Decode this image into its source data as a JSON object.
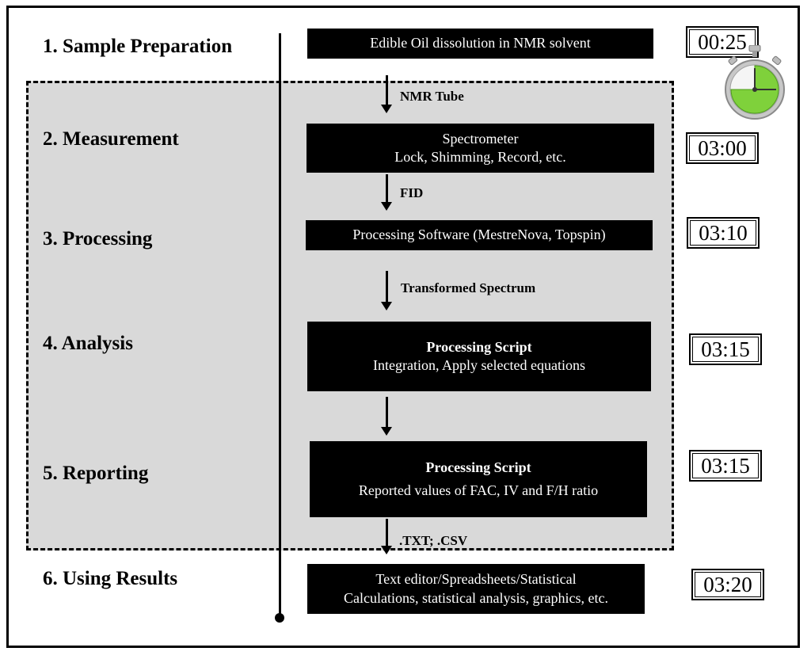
{
  "stages": [
    {
      "label": "1. Sample Preparation"
    },
    {
      "label": "2. Measurement"
    },
    {
      "label": "3. Processing"
    },
    {
      "label": "4. Analysis"
    },
    {
      "label": "5. Reporting"
    },
    {
      "label": "6. Using Results"
    }
  ],
  "boxes": {
    "dissolution": {
      "line1": "Edible Oil dissolution in NMR solvent"
    },
    "spectrometer": {
      "line1": "Spectrometer",
      "line2": "Lock, Shimming, Record, etc."
    },
    "software": {
      "line1": "Processing Software (MestreNova, Topspin)"
    },
    "analysis_script": {
      "title": "Processing Script",
      "line1": "Integration, Apply selected equations"
    },
    "reporting_script": {
      "title": "Processing Script",
      "line1": "Reported values of FAC, IV and F/H ratio"
    },
    "results": {
      "line1": "Text editor/Spreadsheets/Statistical",
      "line2": "Calculations, statistical analysis, graphics, etc."
    }
  },
  "arrows": {
    "nmr_tube": "NMR Tube",
    "fid": "FID",
    "transformed": "Transformed Spectrum",
    "export": ".TXT; .CSV"
  },
  "timers": [
    "00:25",
    "03:00",
    "03:10",
    "03:15",
    "03:15",
    "03:20"
  ],
  "stopwatch": {
    "icon": "stopwatch-icon",
    "fill_fraction": 0.75,
    "face_color": "#7fd13b"
  }
}
